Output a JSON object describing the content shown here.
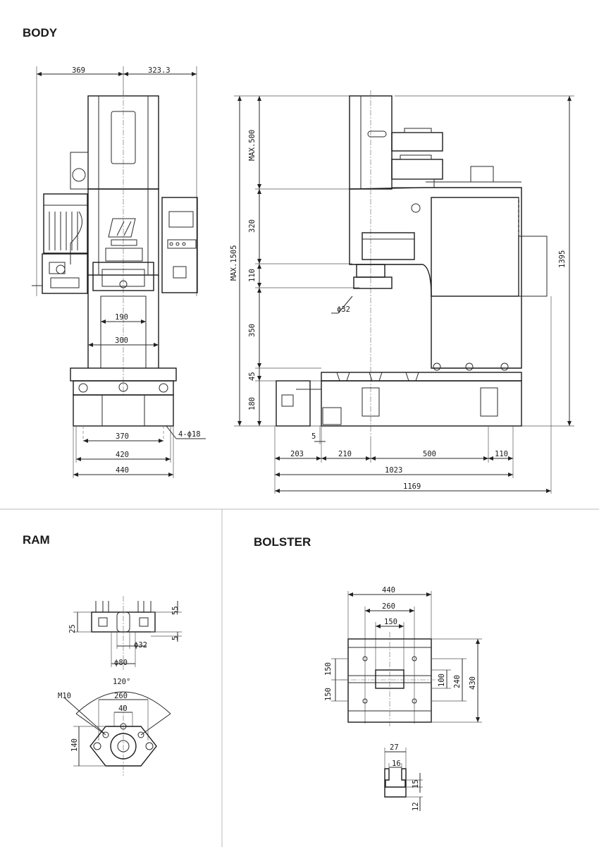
{
  "sections": {
    "body": "BODY",
    "ram": "RAM",
    "bolster": "BOLSTER"
  },
  "body_front": {
    "d_369": "369",
    "d_323": "323.3",
    "d_190": "190",
    "d_300": "300",
    "d_370": "370",
    "d_420": "420",
    "d_440": "440",
    "holes": "4-ϕ18"
  },
  "body_side": {
    "max500": "MAX.500",
    "d_320": "320",
    "max1505": "MAX.1505",
    "d_110v": "110",
    "d_350": "350",
    "d_45": "45",
    "d_180": "180",
    "d_1395": "1395",
    "phi32": "ϕ32",
    "d_5": "5",
    "d_203": "203",
    "d_210": "210",
    "d_500": "500",
    "d_110h": "110",
    "d_1023": "1023",
    "d_1169": "1169"
  },
  "ram": {
    "d_55": "55",
    "d_25": "25",
    "d_5": "5",
    "phi32": "ϕ32",
    "phi80": "ϕ80",
    "angle": "120°",
    "m10": "M10",
    "d_260": "260",
    "d_40": "40",
    "d_140": "140"
  },
  "bolster": {
    "d_440": "440",
    "d_260": "260",
    "d_150h": "150",
    "d_150a": "150",
    "d_150b": "150",
    "d_100": "100",
    "d_240": "240",
    "d_430": "430",
    "d_27": "27",
    "d_16": "16",
    "d_15": "15",
    "d_12": "12"
  }
}
